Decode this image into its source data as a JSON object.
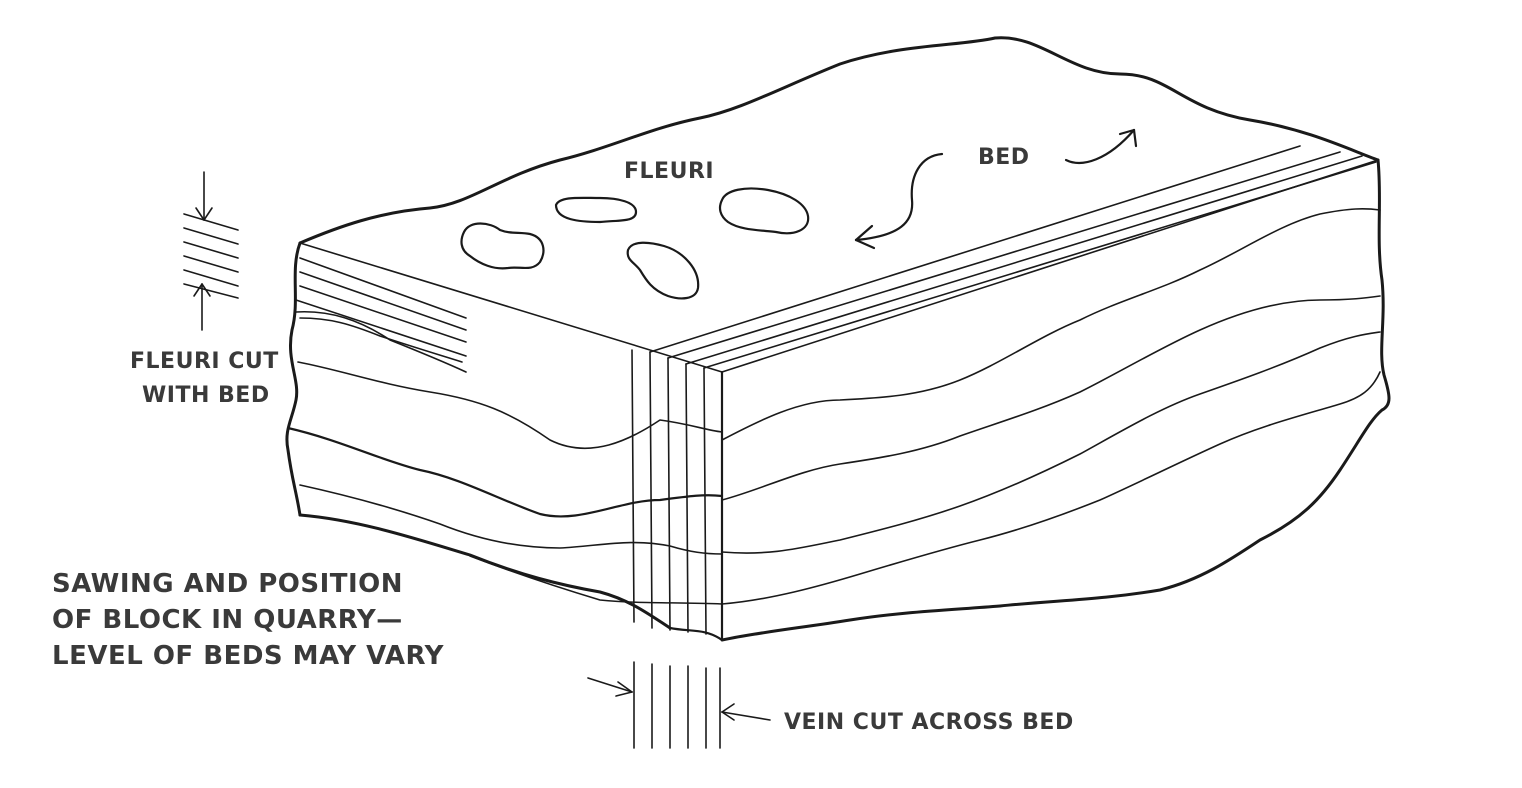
{
  "labels": {
    "fleuri": "FLEURI",
    "bed": "BED",
    "fleuri_cut_line1": "FLEURI CUT",
    "fleuri_cut_line2": "WITH BED",
    "caption_line1": "SAWING AND POSITION",
    "caption_line2": "OF BLOCK IN QUARRY—",
    "caption_line3": "LEVEL OF BEDS MAY VARY",
    "vein_cut": "VEIN CUT ACROSS BED"
  },
  "colors": {
    "ink": "#1a1a1a",
    "text": "#3a3a3a",
    "background": "#ffffff"
  }
}
